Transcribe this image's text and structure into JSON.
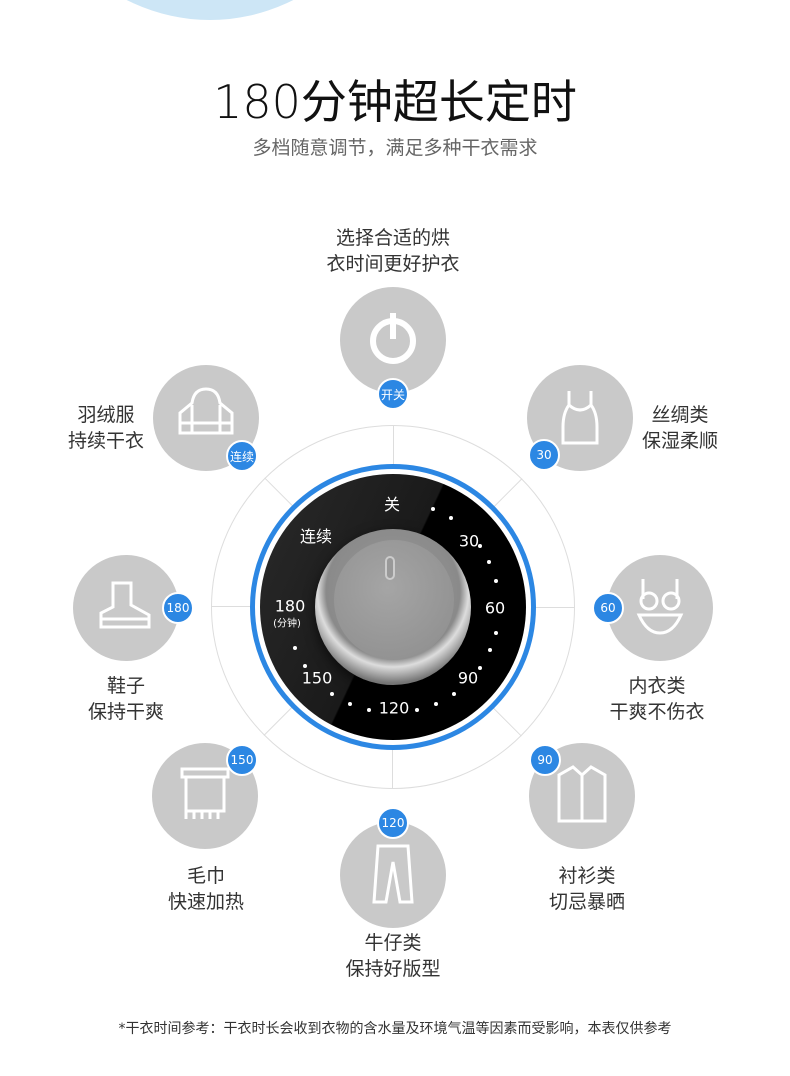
{
  "header": {
    "title": "180分钟超长定时",
    "subtitle": "多档随意调节，满足多种干衣需求"
  },
  "dial": {
    "off": "关",
    "continuous": "连续",
    "marks": [
      "30",
      "60",
      "90",
      "120",
      "150",
      "180"
    ],
    "unit": "(分钟)"
  },
  "categories": [
    {
      "badge": "开关",
      "line1": "选择合适的烘",
      "line2": "衣时间更好护衣",
      "icon": "power-icon"
    },
    {
      "badge": "30",
      "line1": "丝绸类",
      "line2": "保湿柔顺",
      "icon": "camisole-icon"
    },
    {
      "badge": "60",
      "line1": "内衣类",
      "line2": "干爽不伤衣",
      "icon": "underwear-icon"
    },
    {
      "badge": "90",
      "line1": "衬衫类",
      "line2": "切忌暴晒",
      "icon": "shirt-icon"
    },
    {
      "badge": "120",
      "line1": "牛仔类",
      "line2": "保持好版型",
      "icon": "jeans-icon"
    },
    {
      "badge": "150",
      "line1": "毛巾",
      "line2": "快速加热",
      "icon": "towel-icon"
    },
    {
      "badge": "180",
      "line1": "鞋子",
      "line2": "保持干爽",
      "icon": "shoe-icon"
    },
    {
      "badge": "连续",
      "line1": "羽绒服",
      "line2": "持续干衣",
      "icon": "down-jacket-icon"
    }
  ],
  "footer": "*干衣时间参考：干衣时长会收到衣物的含水量及环境气温等因素而受影响，本表仅供参考"
}
